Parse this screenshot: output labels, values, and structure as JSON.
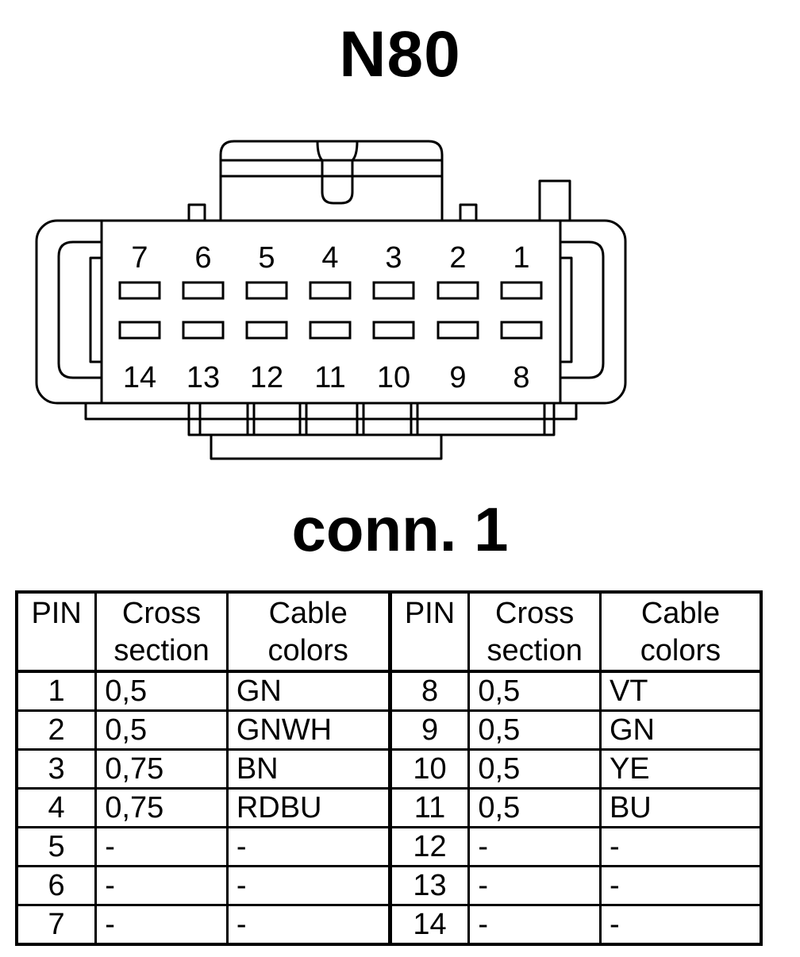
{
  "title": "N80",
  "subtitle": "conn. 1",
  "connector": {
    "top_pins": [
      "7",
      "6",
      "5",
      "4",
      "3",
      "2",
      "1"
    ],
    "bottom_pins": [
      "14",
      "13",
      "12",
      "11",
      "10",
      "9",
      "8"
    ]
  },
  "table": {
    "headers": [
      "PIN",
      "Cross section",
      "Cable colors",
      "PIN",
      "Cross section",
      "Cable colors"
    ],
    "header_lines": [
      [
        "PIN"
      ],
      [
        "Cross",
        "section"
      ],
      [
        "Cable",
        "colors"
      ],
      [
        "PIN"
      ],
      [
        "Cross",
        "section"
      ],
      [
        "Cable",
        "colors"
      ]
    ],
    "rows": [
      [
        "1",
        "0,5",
        "GN",
        "8",
        "0,5",
        "VT"
      ],
      [
        "2",
        "0,5",
        "GNWH",
        "9",
        "0,5",
        "GN"
      ],
      [
        "3",
        "0,75",
        "BN",
        "10",
        "0,5",
        "YE"
      ],
      [
        "4",
        "0,75",
        "RDBU",
        "11",
        "0,5",
        "BU"
      ],
      [
        "5",
        "-",
        "-",
        "12",
        "-",
        "-"
      ],
      [
        "6",
        "-",
        "-",
        "13",
        "-",
        "-"
      ],
      [
        "7",
        "-",
        "-",
        "14",
        "-",
        "-"
      ]
    ]
  }
}
